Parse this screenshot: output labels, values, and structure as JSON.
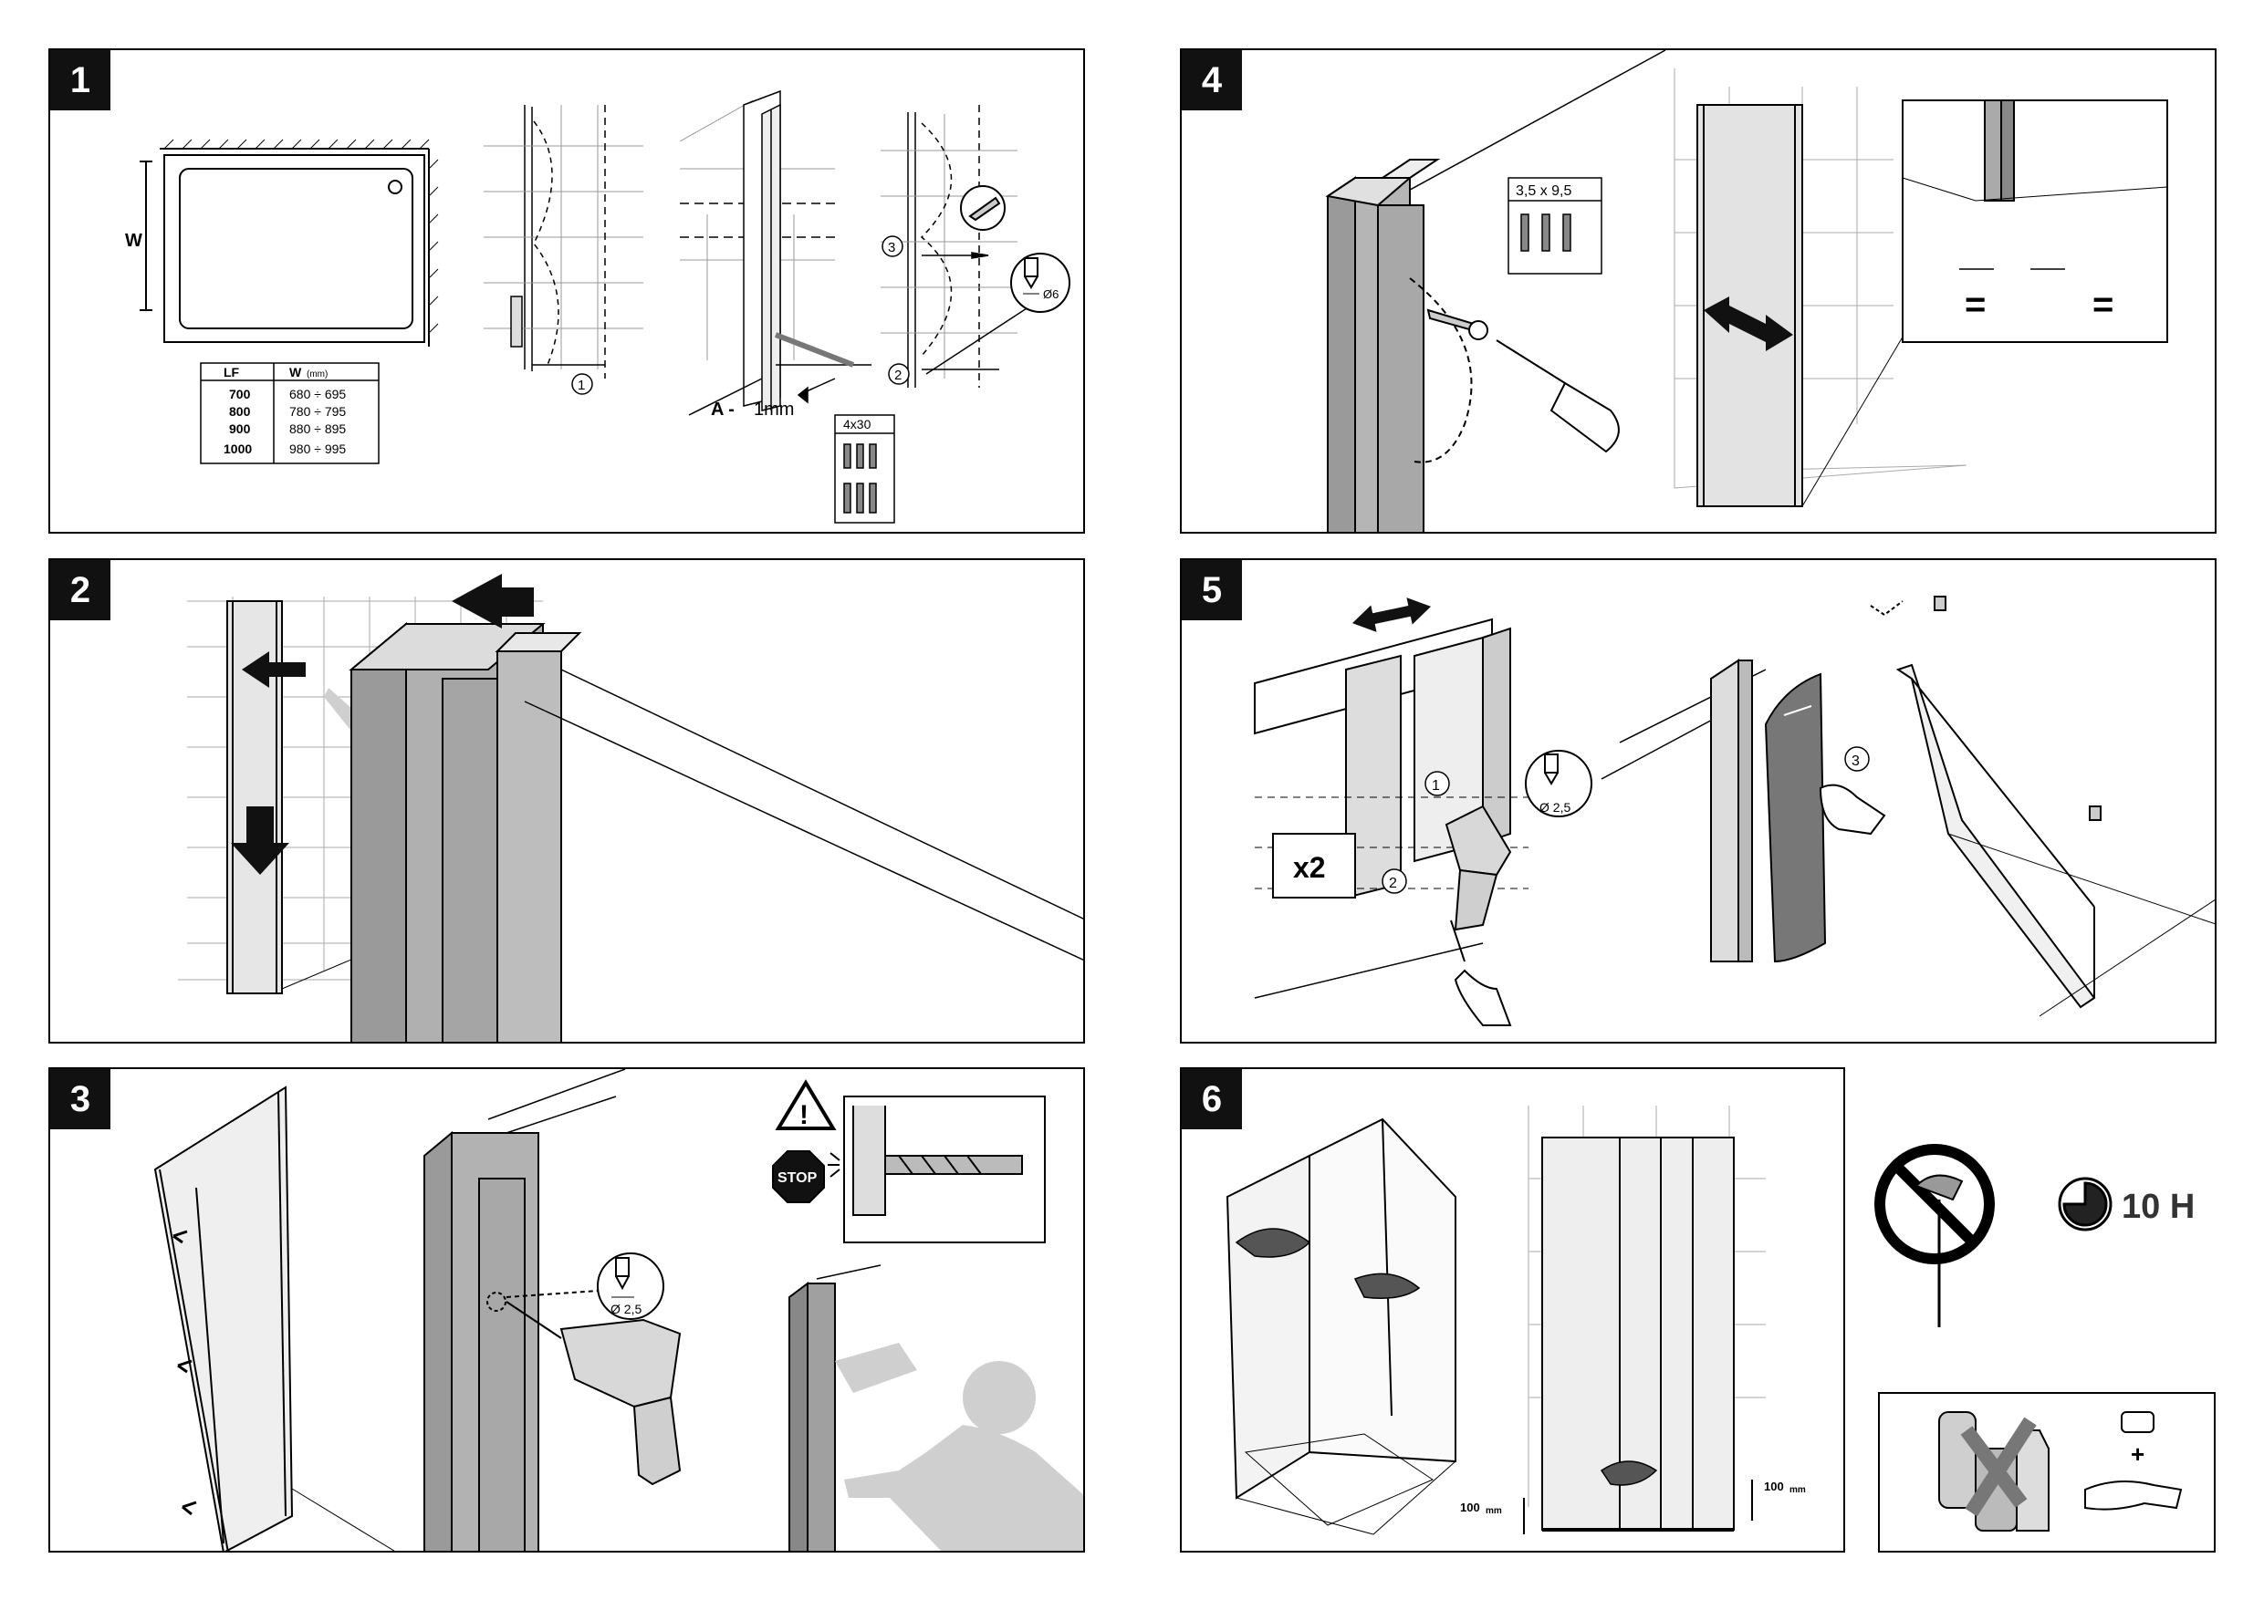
{
  "steps": {
    "s1": {
      "number": "1",
      "w_label": "W",
      "table": {
        "headers": [
          "LF",
          "W"
        ],
        "unit": "(mm)",
        "rows": [
          [
            "700",
            "680 ÷ 695"
          ],
          [
            "800",
            "780 ÷ 795"
          ],
          [
            "900",
            "880 ÷ 895"
          ],
          [
            "1000",
            "980 ÷ 995"
          ]
        ]
      },
      "a_label": "A -",
      "a_value": "1mm",
      "callout_1": "1",
      "callout_2": "2",
      "callout_3": "3",
      "screw_kit": "4x30",
      "drill": "Ø6"
    },
    "s2": {
      "number": "2"
    },
    "s3": {
      "number": "3",
      "drill": "Ø 2,5",
      "stop": "STOP",
      "warning": "!"
    },
    "s4": {
      "number": "4",
      "screw_kit": "3,5 x 9,5",
      "equal_left": "=",
      "equal_right": "="
    },
    "s5": {
      "number": "5",
      "multiplier": "x2",
      "drill": "Ø 2,5",
      "callout_1": "1",
      "callout_2": "2",
      "callout_3": "3"
    },
    "s6": {
      "number": "6",
      "dim_left": "100",
      "dim_right": "100",
      "unit": "mm"
    }
  },
  "aftercare": {
    "wait_time": "10 H"
  }
}
